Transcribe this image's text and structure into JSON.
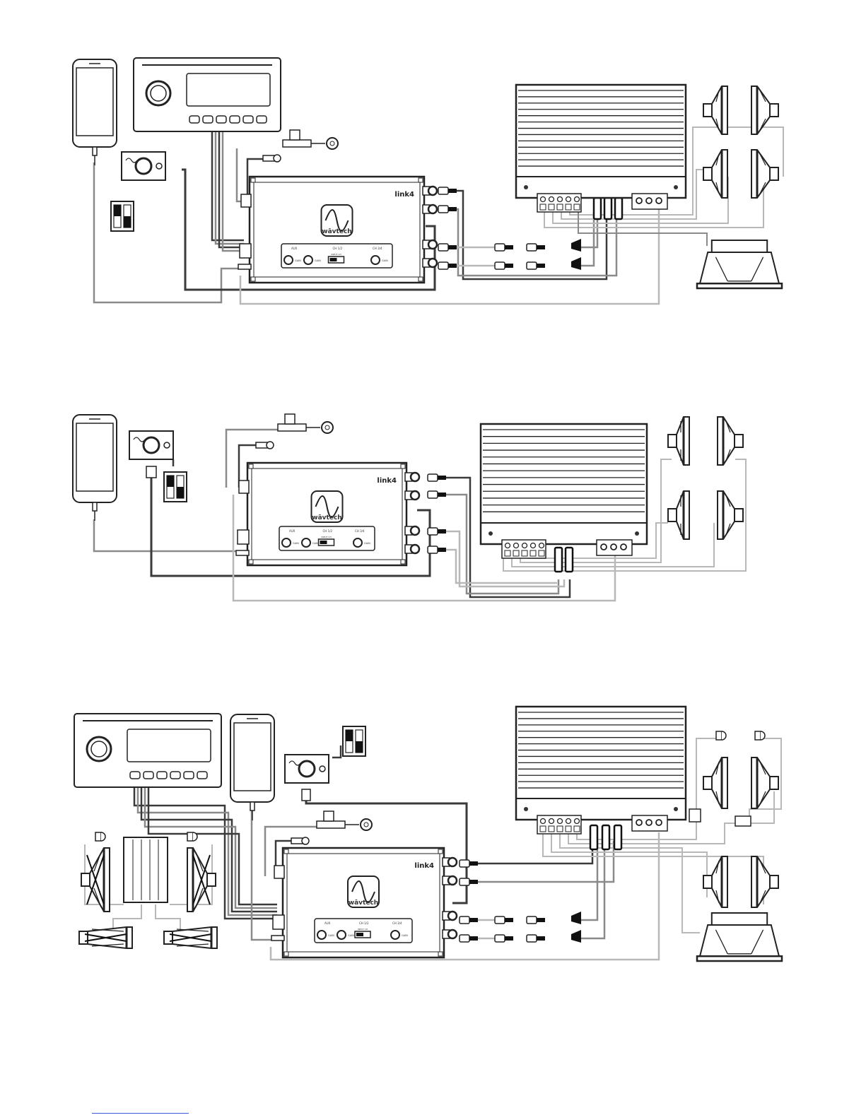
{
  "product_label": "link4",
  "brand_name": "wāvtech",
  "controls": {
    "aux": "AUX",
    "ch12": "CH 1/2",
    "ch34": "CH 3/4",
    "clip": "CLIP",
    "gain": "GAIN",
    "input_ch": "INPUT CH",
    "opt_left": "CH 1/2",
    "opt_right": "CH 1/4"
  },
  "colors": {
    "wire_dark": "#3a3a3a",
    "wire_mid": "#8a8a8a",
    "wire_light": "#b8b8b8",
    "device_stroke": "#222222",
    "footer_rule": "#3b5bdb"
  },
  "diagrams": [
    {
      "id": "diagram-1",
      "source": "head-unit + phone",
      "speakers": 4,
      "subwoofer": true
    },
    {
      "id": "diagram-2",
      "source": "phone only",
      "speakers": 4,
      "subwoofer": false
    },
    {
      "id": "diagram-3",
      "source": "head-unit + phone, factory amp bypass",
      "speakers": 6,
      "subwoofer": true
    }
  ]
}
